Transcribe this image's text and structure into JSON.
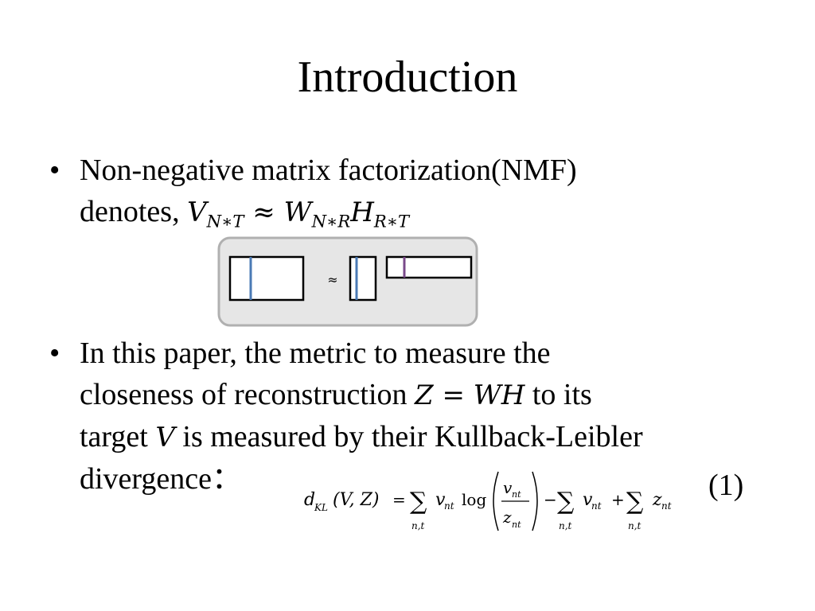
{
  "slide": {
    "title": "Introduction"
  },
  "bullets": [
    {
      "marker": "•",
      "line1": "Non-negative matrix factorization(NMF)",
      "line2_prefix": "denotes, ",
      "formula": {
        "V": "V",
        "V_sub": "N∗T",
        "approx": "≈",
        "W": "W",
        "W_sub": "N∗R",
        "H": "H",
        "H_sub": "R∗T"
      }
    },
    {
      "marker": "•",
      "line1": "In this paper, the metric to measure the",
      "line2_a": "closeness of reconstruction ",
      "line2_math": "Z = WH",
      "line2_b": " to its",
      "line3_a": "target ",
      "line3_math": "V",
      "line3_b": " is measured by their Kullback-Leibler",
      "line4": "divergence："
    }
  ],
  "diagram": {
    "approx_symbol": "≈",
    "colors": {
      "panel_fill": "#e6e6e6",
      "panel_stroke": "#b0b0b0",
      "column_line": "#4a7ab5",
      "row_line": "#7a4a8a"
    }
  },
  "equation": {
    "lhs": "d",
    "lhs_sub": "KL",
    "args": "(V, Z)",
    "eq": "=",
    "sum": "∑",
    "sum_sub": "n,t",
    "v": "v",
    "z": "z",
    "nt": "nt",
    "log": "log",
    "minus": "−",
    "plus": "+",
    "number": "(1)"
  }
}
